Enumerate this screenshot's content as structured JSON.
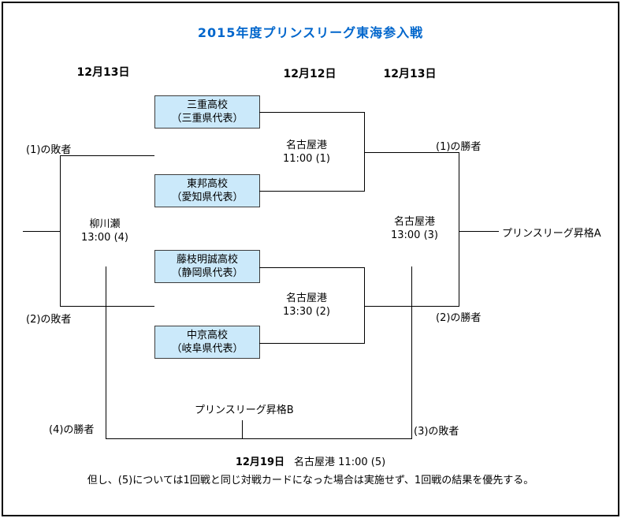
{
  "title": "2015年度プリンスリーグ東海参入戦",
  "colors": {
    "title_color": "#0066CC",
    "box_fill": "#CBE9FA",
    "box_border": "#3C3C3C",
    "line_color": "#000000"
  },
  "date_headers": [
    {
      "label": "12月13日"
    },
    {
      "label": "12月12日"
    },
    {
      "label": "12月13日"
    }
  ],
  "teams": [
    {
      "name": "三重高校",
      "rep": "（三重県代表）"
    },
    {
      "name": "東邦高校",
      "rep": "（愛知県代表）"
    },
    {
      "name": "藤枝明誠高校",
      "rep": "（静岡県代表）"
    },
    {
      "name": "中京高校",
      "rep": "（岐阜県代表）"
    }
  ],
  "matches": [
    {
      "venue": "名古屋港",
      "time_no": "11:00 (1)"
    },
    {
      "venue": "名古屋港",
      "time_no": "13:30 (2)"
    },
    {
      "venue": "名古屋港",
      "time_no": "13:00 (3)"
    },
    {
      "venue": "柳川瀬",
      "time_no": "13:00 (4)"
    }
  ],
  "feeds": {
    "loser1": "(1)の敗者",
    "loser2": "(2)の敗者",
    "winner1": "(1)の勝者",
    "winner2": "(2)の勝者",
    "winner4": "(4)の勝者",
    "loser3": "(3)の敗者"
  },
  "promotions": {
    "a": "プリンスリーグ昇格A",
    "b": "プリンスリーグ昇格B"
  },
  "final": {
    "date": "12月19日",
    "rest": "名古屋港 11:00 (5)"
  },
  "note": "但し、(5)については1回戦と同じ対戦カードになった場合は実施せず、1回戦の結果を優先する。"
}
